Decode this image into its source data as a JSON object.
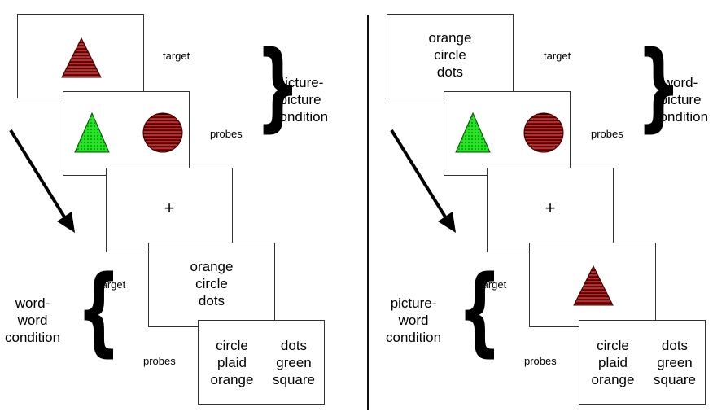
{
  "left": {
    "target_word_lines": [
      "orange",
      "circle",
      "dots"
    ],
    "probe_left_lines": [
      "circle",
      "plaid",
      "orange"
    ],
    "probe_right_lines": [
      "dots",
      "green",
      "square"
    ],
    "fixation": "+",
    "label_target_top": "target",
    "label_probes_top": "probes",
    "label_target_bottom": "target",
    "label_probes_bottom": "probes",
    "cond_top_lines": [
      "picture-",
      "picture",
      "condition"
    ],
    "cond_bottom_lines": [
      "word-",
      "word",
      "condition"
    ]
  },
  "right": {
    "target_word_lines": [
      "orange",
      "circle",
      "dots"
    ],
    "probe_left_lines": [
      "circle",
      "plaid",
      "orange"
    ],
    "probe_right_lines": [
      "dots",
      "green",
      "square"
    ],
    "fixation": "+",
    "label_target_top": "target",
    "label_probes_top": "probes",
    "label_target_bottom": "target",
    "label_probes_bottom": "probes",
    "cond_top_lines": [
      "word-",
      "picture",
      "condition"
    ],
    "cond_bottom_lines": [
      "picture-",
      "word",
      "condition"
    ]
  },
  "colors": {
    "red_fill": "#d42020",
    "stripe": "#1a0000",
    "green_fill": "#22e622",
    "dot": "#0a4a0a"
  },
  "icons": {
    "red_striped_triangle": "red-striped-triangle-icon",
    "green_dotted_triangle": "green-dotted-triangle-icon",
    "red_striped_circle": "red-striped-circle-icon",
    "arrow": "down-right-arrow-icon",
    "brace": "curly-brace-icon"
  }
}
